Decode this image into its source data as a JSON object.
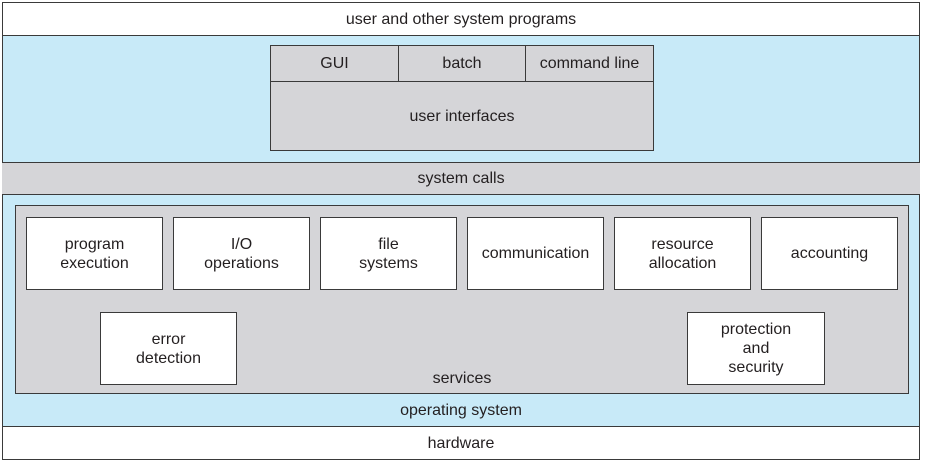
{
  "layers": {
    "top": "user and other system programs",
    "system_calls": "system calls",
    "operating_system": "operating system",
    "bottom": "hardware"
  },
  "user_interfaces": {
    "tabs": [
      "GUI",
      "batch",
      "command line"
    ],
    "label": "user interfaces"
  },
  "services": {
    "label": "services",
    "items": [
      "program\nexecution",
      "I/O\noperations",
      "file\nsystems",
      "communication",
      "resource\nallocation",
      "accounting",
      "error\ndetection",
      "protection\nand\nsecurity"
    ]
  },
  "colors": {
    "os_background": "#c8eaf8",
    "panel_gray": "#d5d5d8",
    "box_white": "#ffffff",
    "border": "#3a3a3a"
  }
}
